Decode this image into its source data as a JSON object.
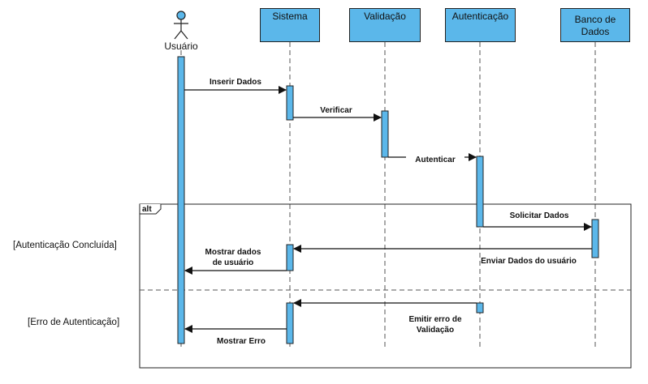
{
  "colors": {
    "activation_fill": "#5bb7ea",
    "stroke": "#222222",
    "background": "#ffffff"
  },
  "actor": {
    "label": "Usuário",
    "icon": "stick-figure-icon"
  },
  "participants": [
    {
      "id": "sistema",
      "label": "Sistema"
    },
    {
      "id": "validacao",
      "label": "Validação"
    },
    {
      "id": "autenticacao",
      "label": "Autenticação"
    },
    {
      "id": "banco",
      "label_line1": "Banco de",
      "label_line2": "Dados"
    }
  ],
  "messages": {
    "inserir_dados": "Inserir Dados",
    "verificar": "Verificar",
    "autenticar": "Autenticar",
    "solicitar_dados": "Solicitar Dados",
    "enviar_dados": "Enviar Dados do usuário",
    "mostrar_dados_1": "Mostrar dados",
    "mostrar_dados_2": "de usuário",
    "emitir_erro_1": "Emitir erro de",
    "emitir_erro_2": "Validação",
    "mostrar_erro": "Mostrar Erro"
  },
  "fragment": {
    "operator": "alt",
    "guards": [
      "[Autenticação Concluída]",
      "[Erro de Autenticação]"
    ]
  }
}
